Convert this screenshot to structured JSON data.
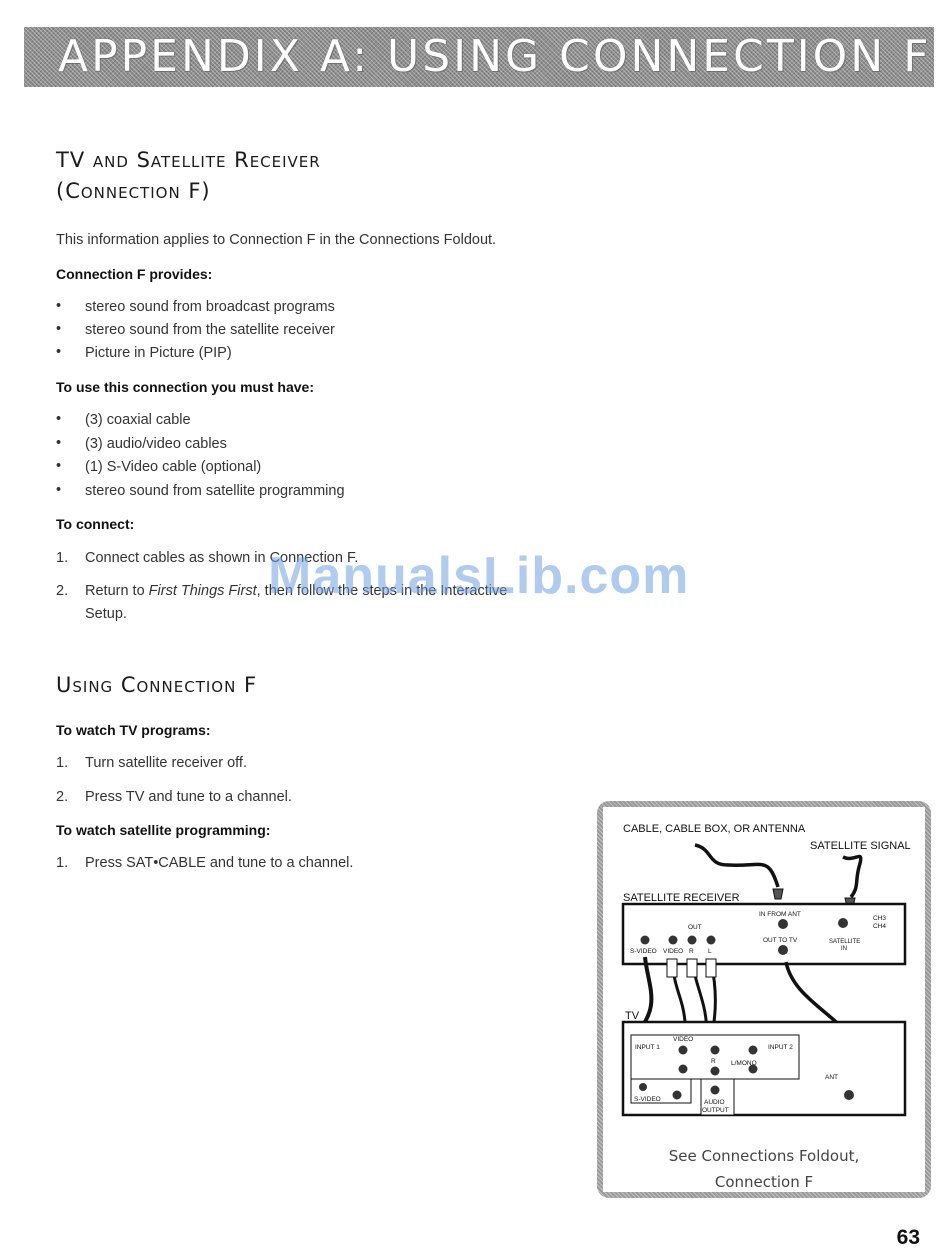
{
  "banner": {
    "title": "APPENDIX A: USING CONNECTION F"
  },
  "section1": {
    "heading_line1": "TV and Satellite Receiver",
    "heading_line2": "(Connection F)",
    "intro": "This information applies to Connection F in the Connections Foldout.",
    "provides_heading": "Connection F provides:",
    "provides": [
      "stereo sound from broadcast programs",
      "stereo sound from the satellite receiver",
      "Picture in Picture (PIP)"
    ],
    "must_have_heading": "To use this connection you must have:",
    "must_have": [
      "(3) coaxial cable",
      "(3) audio/video cables",
      "(1) S-Video cable (optional)",
      "stereo sound from satellite programming"
    ],
    "connect_heading": "To connect:",
    "connect_steps": [
      {
        "num": "1.",
        "text": "Connect cables as shown in Connection F."
      },
      {
        "num": "2.",
        "text_before": "Return to ",
        "text_italic": "First Things First",
        "text_after": ", then follow the steps in the Interactive",
        "text_line2": "Setup."
      }
    ]
  },
  "watermark": "ManualsLib.com",
  "section2": {
    "heading": "Using Connection F",
    "tv_heading": "To watch TV programs:",
    "tv_steps": [
      {
        "num": "1.",
        "text": "Turn satellite receiver off."
      },
      {
        "num": "2.",
        "text": "Press TV and tune to a channel."
      }
    ],
    "sat_heading": "To watch satellite programming:",
    "sat_steps": [
      {
        "num": "1.",
        "text": "Press SAT•CABLE and tune to a channel."
      }
    ]
  },
  "figure": {
    "label_cable": "CABLE, CABLE BOX, OR ANTENNA",
    "label_satellite_signal": "SATELLITE SIGNAL",
    "label_receiver": "SATELLITE RECEIVER",
    "label_in_from_ant": "IN FROM ANT",
    "label_out": "OUT",
    "label_svideo": "S-VIDEO",
    "label_video": "VIDEO",
    "label_r": "R",
    "label_l": "L",
    "label_out_to_tv": "OUT TO TV",
    "label_satellite_in_1": "SATELLITE",
    "label_satellite_in_2": "IN",
    "label_ch3": "CH3",
    "label_ch4": "CH4",
    "label_tv": "TV",
    "label_input1": "INPUT 1",
    "label_input2": "INPUT 2",
    "label_tv_video": "VIDEO",
    "label_tv_r": "R",
    "label_l_mono": "L/MONO",
    "label_tv_svideo": "S-VIDEO",
    "label_audio": "AUDIO",
    "label_output": "OUTPUT",
    "label_ant": "ANT",
    "caption_line1": "See Connections Foldout,",
    "caption_line2": "Connection F"
  },
  "page_number": "63"
}
